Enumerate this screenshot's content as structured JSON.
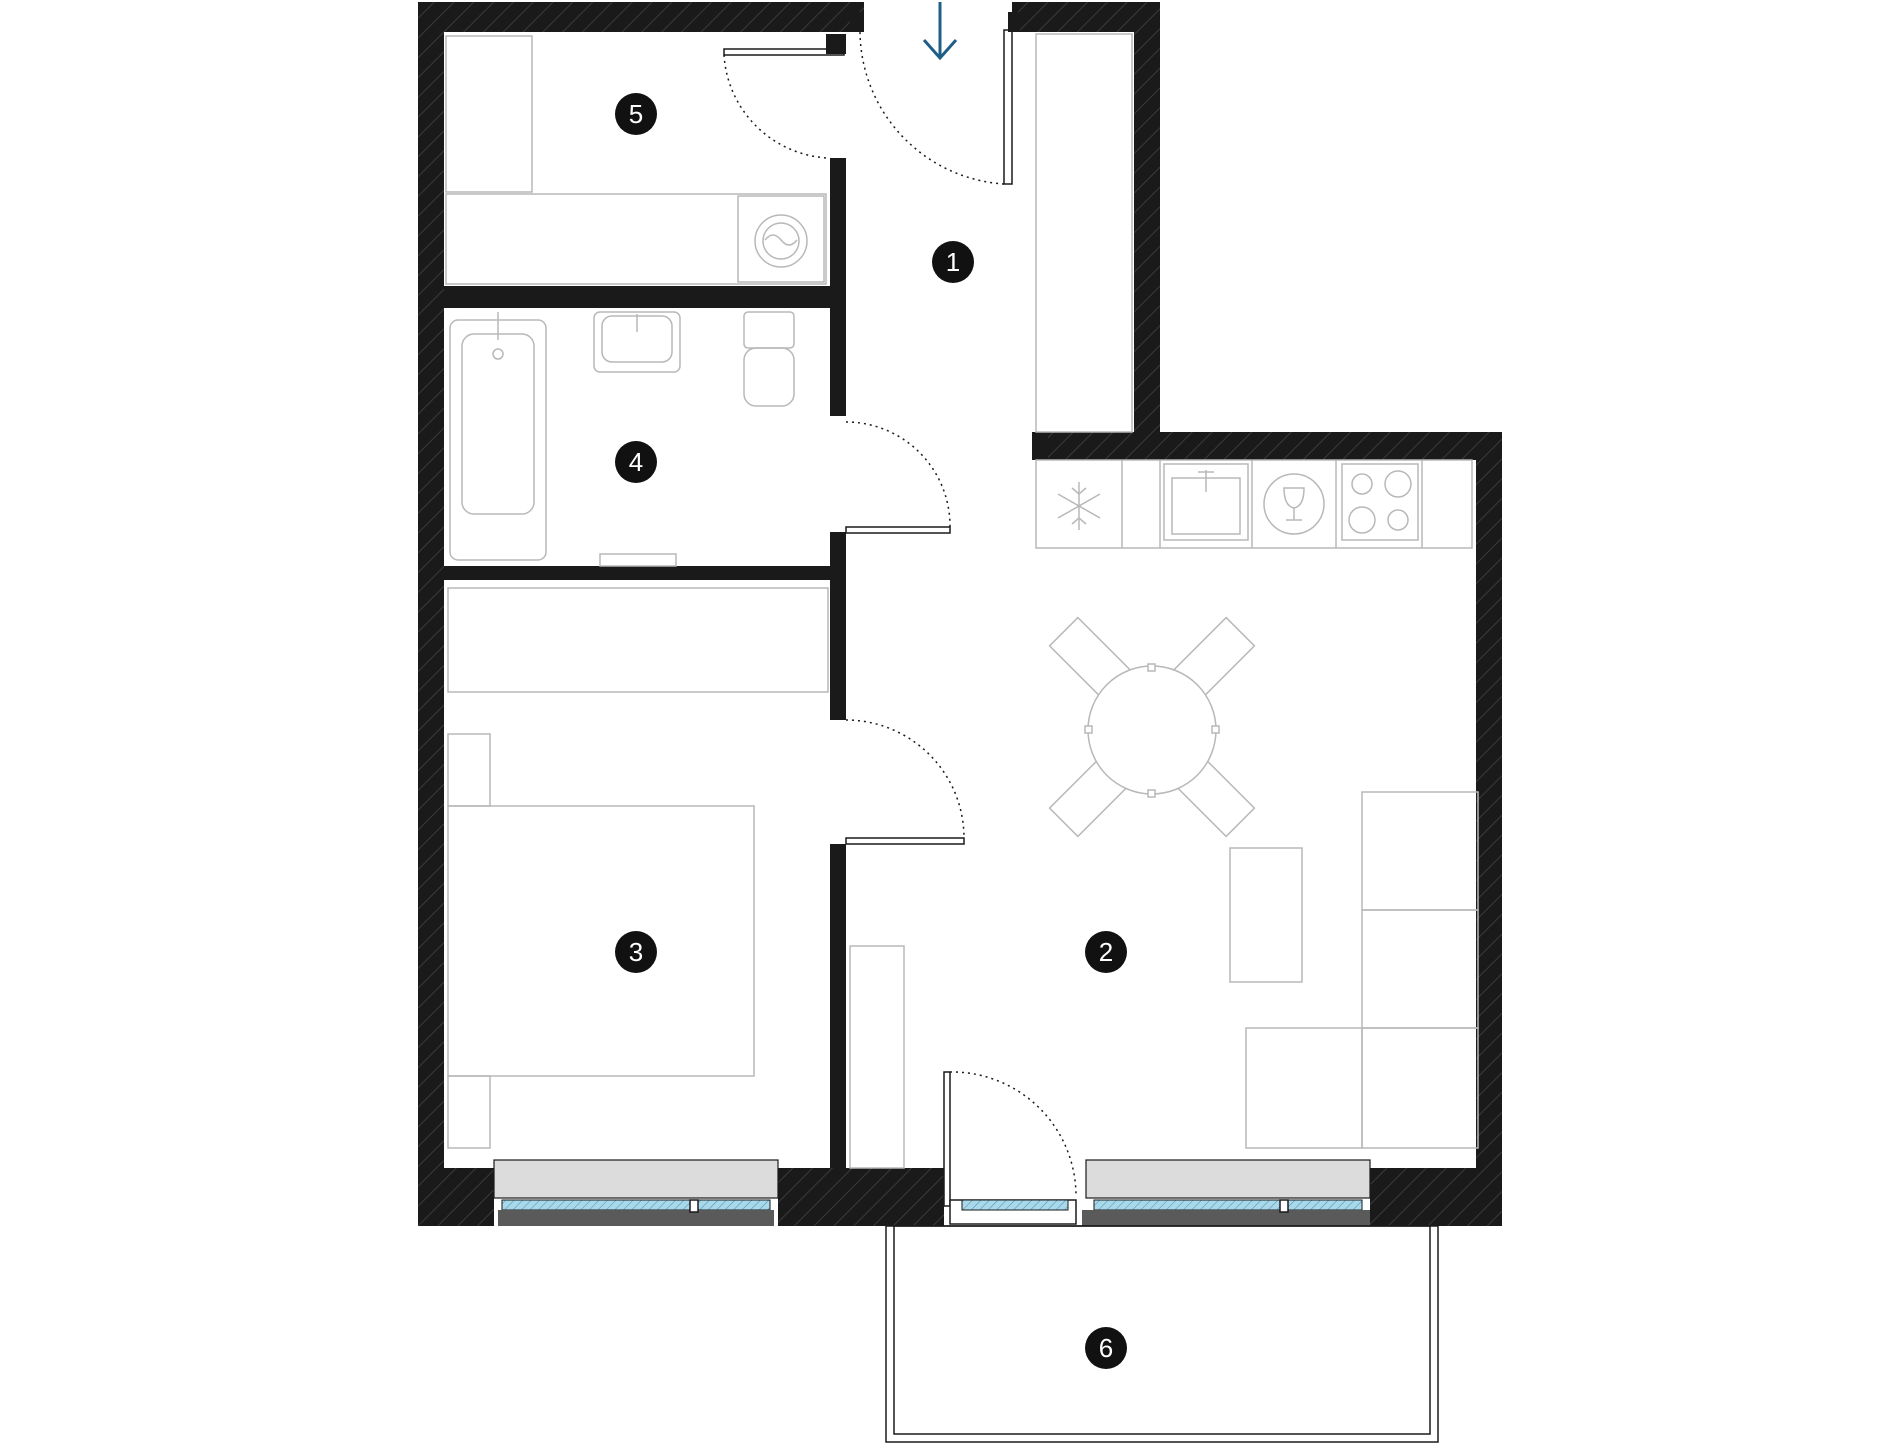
{
  "entrance": {
    "arrow_color": "#1f5f87"
  },
  "colors": {
    "wall": "#1a1a1a",
    "furniture_line": "#b8b8b8",
    "glass": "#8cc8e0"
  },
  "rooms": [
    {
      "id": "hall",
      "number": "1"
    },
    {
      "id": "kitchen-living",
      "number": "2"
    },
    {
      "id": "bedroom",
      "number": "3"
    },
    {
      "id": "bathroom",
      "number": "4"
    },
    {
      "id": "storage",
      "number": "5"
    },
    {
      "id": "balcony",
      "number": "6"
    }
  ],
  "icons": [
    "snowflake-icon",
    "sink-icon",
    "dishwasher-icon",
    "cooktop-icon",
    "washing-machine-icon",
    "bathtub-icon",
    "toilet-icon",
    "washbasin-icon",
    "entrance-arrow-icon"
  ]
}
